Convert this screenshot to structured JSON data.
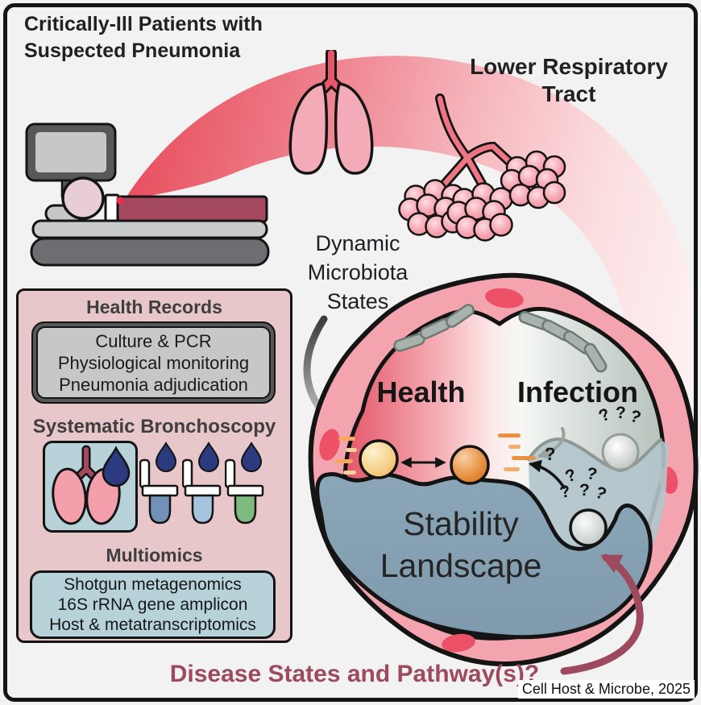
{
  "title": {
    "line1": "Critically-Ill Patients with",
    "line2": "Suspected Pneumonia"
  },
  "lrt": {
    "line1": "Lower Respiratory",
    "line2": "Tract"
  },
  "dynamic": {
    "line1": "Dynamic",
    "line2": "Microbiota",
    "line3": "States"
  },
  "panel": {
    "health_records": {
      "title": "Health Records",
      "items": [
        "Culture & PCR",
        "Physiological monitoring",
        "Pneumonia adjudication"
      ]
    },
    "bronchoscopy": {
      "title": "Systematic Bronchoscopy"
    },
    "multiomics": {
      "title": "Multiomics",
      "items": [
        "Shotgun metagenomics",
        "16S rRNA gene amplicon",
        "Host & metatranscriptomics"
      ]
    }
  },
  "circle": {
    "health": "Health",
    "infection": "Infection",
    "stability_line1": "Stability",
    "stability_line2": "Landscape",
    "qmark": "?"
  },
  "footer": {
    "disease": "Disease States and Pathway(s)?",
    "citation": "Cell Host & Microbe, 2025"
  },
  "colors": {
    "bg": "#f2f2f3",
    "frame": "#141414",
    "title-text": "#232022",
    "panel-pink": "#e7c7c9",
    "panel-title": "#3f3e41",
    "gray-box": "#c6c7c9",
    "gray-box-border": "#57585a",
    "lt-blue": "#b7d3d9",
    "ring-pink": "#f4a4af",
    "cell-pink": "#ec5168",
    "land-blue": "#84a0b2",
    "maroon": "#9d4a5e",
    "swoosh-red": "#e84f5f",
    "lung-pink": "#f3acb7",
    "navy": "#2c3a80",
    "orange-ball": "#eda94f",
    "gray-ball": "#b9c0bb"
  }
}
